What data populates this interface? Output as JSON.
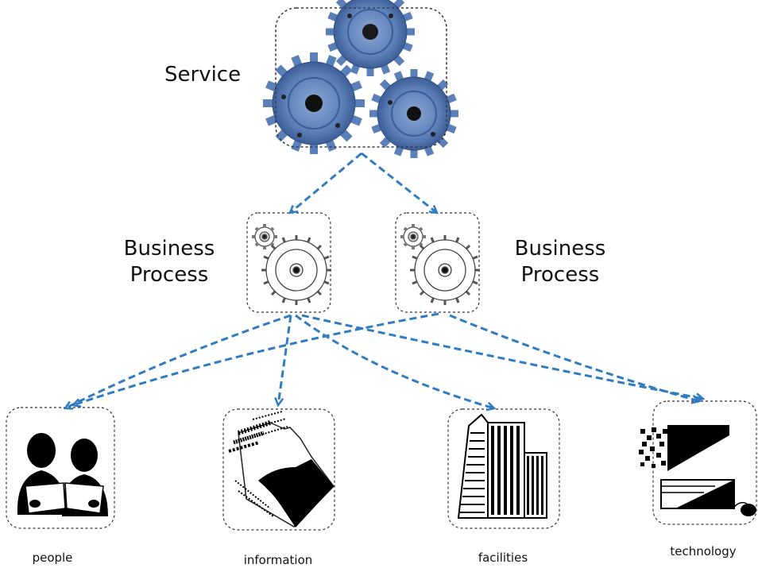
{
  "service": {
    "label": "Service",
    "icon": "three-gears-icon"
  },
  "business_process_left": {
    "line1": "Business",
    "line2": "Process",
    "icon": "gears-outline-icon"
  },
  "business_process_right": {
    "line1": "Business",
    "line2": "Process",
    "icon": "gears-outline-icon"
  },
  "resources": [
    {
      "label": "people",
      "icon": "people-silhouette-icon"
    },
    {
      "label": "information",
      "icon": "document-hand-icon"
    },
    {
      "label": "facilities",
      "icon": "buildings-icon"
    },
    {
      "label": "technology",
      "icon": "computer-icon"
    }
  ],
  "colors": {
    "arrow": "#2F7CC2",
    "gear_fill": "#5B7FB8",
    "gear_dark": "#2E4E86",
    "box_border": "#333333"
  }
}
